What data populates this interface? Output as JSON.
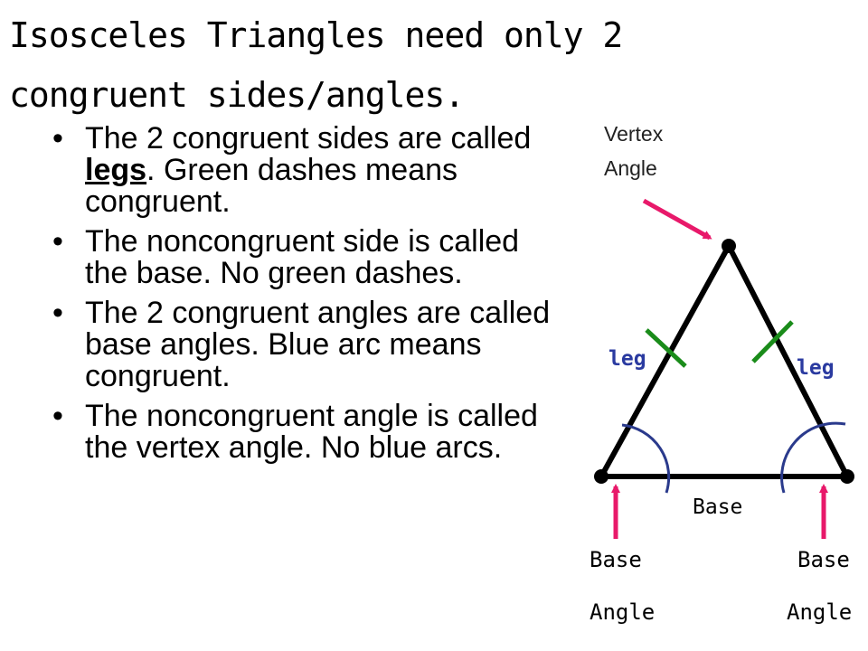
{
  "title": {
    "line1": "Isosceles Triangles  need only 2",
    "line2": "congruent sides/angles."
  },
  "bullets": [
    {
      "before": "The 2 congruent sides are called ",
      "emphasis": "legs",
      "after": ". Green dashes means congruent."
    },
    {
      "text": "The noncongruent side is called the base. No green dashes."
    },
    {
      "text": "The 2 congruent angles are called base angles. Blue arc means congruent."
    },
    {
      "text": "The noncongruent angle is called the vertex angle. No blue arcs."
    }
  ],
  "bullet_glyph": "•",
  "diagram": {
    "vertex_label_line1": "Vertex",
    "vertex_label_line2": "Angle",
    "left_leg_label": "leg",
    "right_leg_label": "leg",
    "base_label": "Base",
    "left_base_angle_line1": "Base",
    "left_base_angle_line2": "Angle",
    "right_base_angle_line1": "Base",
    "right_base_angle_line2": "Angle"
  },
  "colors": {
    "triangle": "#000000",
    "congruence_dash": "#1a8c1a",
    "angle_arc": "#2a3a8c",
    "leg_label": "#2a3aa0",
    "pointer_arrow": "#e8196a"
  }
}
